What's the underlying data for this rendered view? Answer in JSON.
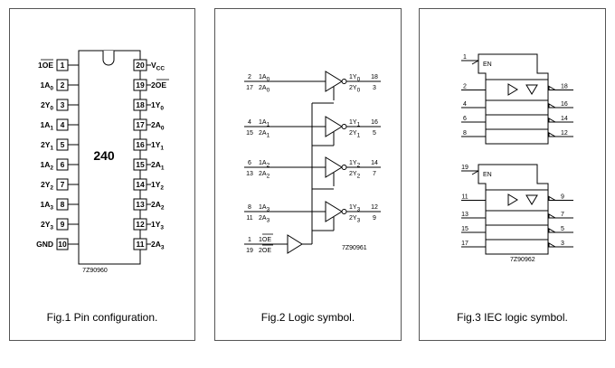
{
  "fig1": {
    "caption": "Fig.1  Pin configuration.",
    "chip_label": "240",
    "serial": "7Z90960",
    "left_pins": [
      {
        "num": "1",
        "label": "1OE",
        "bar": true,
        "sub": ""
      },
      {
        "num": "2",
        "label": "1A",
        "bar": false,
        "sub": "0"
      },
      {
        "num": "3",
        "label": "2Y",
        "bar": false,
        "sub": "0"
      },
      {
        "num": "4",
        "label": "1A",
        "bar": false,
        "sub": "1"
      },
      {
        "num": "5",
        "label": "2Y",
        "bar": false,
        "sub": "1"
      },
      {
        "num": "6",
        "label": "1A",
        "bar": false,
        "sub": "2"
      },
      {
        "num": "7",
        "label": "2Y",
        "bar": false,
        "sub": "2"
      },
      {
        "num": "8",
        "label": "1A",
        "bar": false,
        "sub": "3"
      },
      {
        "num": "9",
        "label": "2Y",
        "bar": false,
        "sub": "3"
      },
      {
        "num": "10",
        "label": "GND",
        "bar": false,
        "sub": ""
      }
    ],
    "right_pins": [
      {
        "num": "20",
        "label": "V",
        "bar": false,
        "sub": "CC"
      },
      {
        "num": "19",
        "label": "2OE",
        "bar": true,
        "sub": ""
      },
      {
        "num": "18",
        "label": "1Y",
        "bar": false,
        "sub": "0"
      },
      {
        "num": "17",
        "label": "2A",
        "bar": false,
        "sub": "0"
      },
      {
        "num": "16",
        "label": "1Y",
        "bar": false,
        "sub": "1"
      },
      {
        "num": "15",
        "label": "2A",
        "bar": false,
        "sub": "1"
      },
      {
        "num": "14",
        "label": "1Y",
        "bar": false,
        "sub": "2"
      },
      {
        "num": "13",
        "label": "2A",
        "bar": false,
        "sub": "2"
      },
      {
        "num": "12",
        "label": "1Y",
        "bar": false,
        "sub": "3"
      },
      {
        "num": "11",
        "label": "2A",
        "bar": false,
        "sub": "3"
      }
    ]
  },
  "fig2": {
    "caption": "Fig.2  Logic symbol.",
    "serial": "7Z90961",
    "groups": [
      {
        "in_top_num": "2",
        "in_top_label": "1A",
        "in_top_sub": "0",
        "in_bot_num": "17",
        "in_bot_label": "2A",
        "in_bot_sub": "0",
        "out_top_label": "1Y",
        "out_top_sub": "0",
        "out_top_num": "18",
        "out_bot_label": "2Y",
        "out_bot_sub": "0",
        "out_bot_num": "3"
      },
      {
        "in_top_num": "4",
        "in_top_label": "1A",
        "in_top_sub": "1",
        "in_bot_num": "15",
        "in_bot_label": "2A",
        "in_bot_sub": "1",
        "out_top_label": "1Y",
        "out_top_sub": "1",
        "out_top_num": "16",
        "out_bot_label": "2Y",
        "out_bot_sub": "1",
        "out_bot_num": "5"
      },
      {
        "in_top_num": "6",
        "in_top_label": "1A",
        "in_top_sub": "2",
        "in_bot_num": "13",
        "in_bot_label": "2A",
        "in_bot_sub": "2",
        "out_top_label": "1Y",
        "out_top_sub": "2",
        "out_top_num": "14",
        "out_bot_label": "2Y",
        "out_bot_sub": "2",
        "out_bot_num": "7"
      },
      {
        "in_top_num": "8",
        "in_top_label": "1A",
        "in_top_sub": "3",
        "in_bot_num": "11",
        "in_bot_label": "2A",
        "in_bot_sub": "3",
        "out_top_label": "1Y",
        "out_top_sub": "3",
        "out_top_num": "12",
        "out_bot_label": "2Y",
        "out_bot_sub": "3",
        "out_bot_num": "9"
      }
    ],
    "enable": {
      "top_num": "1",
      "top_label": "1OE",
      "bot_num": "19",
      "bot_label": "2OE"
    }
  },
  "fig3": {
    "caption": "Fig.3  IEC logic symbol.",
    "serial": "7Z90962",
    "blocks": [
      {
        "en_label": "EN",
        "en_pin": "1",
        "inputs": [
          "2",
          "4",
          "6",
          "8"
        ],
        "outputs": [
          "18",
          "16",
          "14",
          "12"
        ]
      },
      {
        "en_label": "EN",
        "en_pin": "19",
        "inputs": [
          "11",
          "13",
          "15",
          "17"
        ],
        "outputs": [
          "9",
          "7",
          "5",
          "3"
        ]
      }
    ]
  }
}
